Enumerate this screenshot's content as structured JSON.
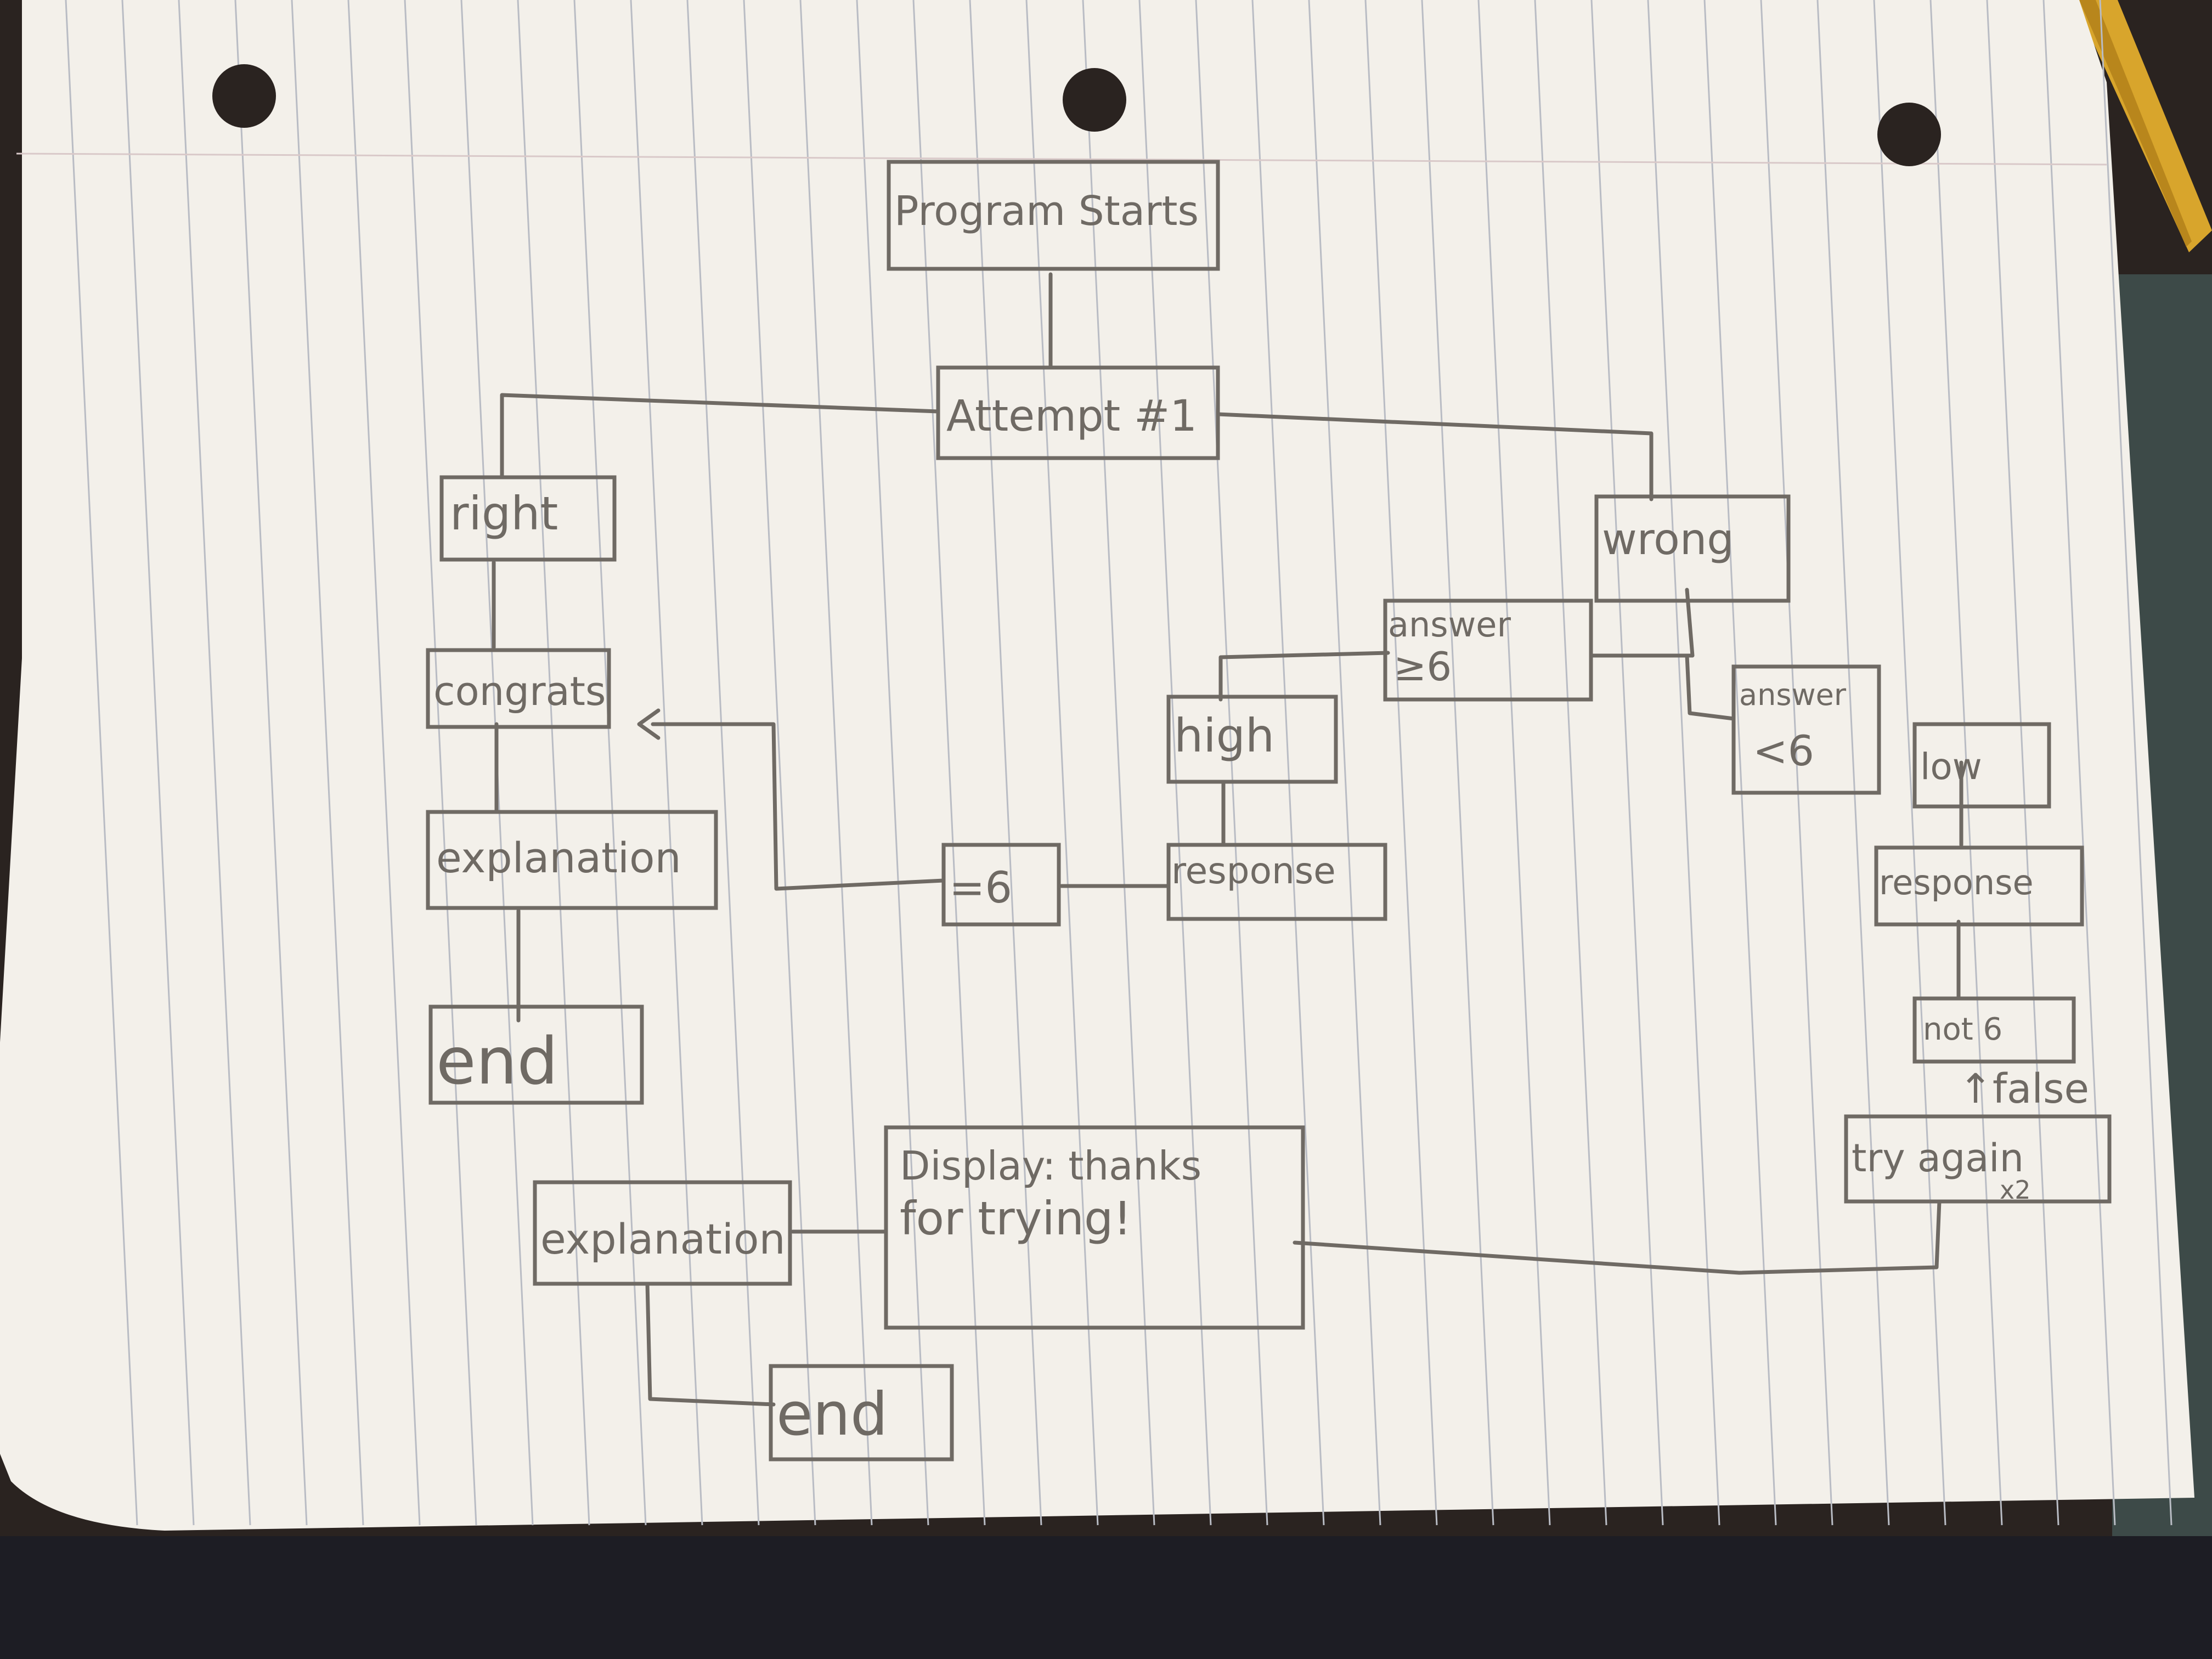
{
  "diagram": {
    "nodes": {
      "program_starts": "Program Starts",
      "attempt": "Attempt #1",
      "right": "right",
      "wrong": "wrong",
      "congrats": "congrats",
      "explanation_left": "explanation",
      "end_left": "end",
      "answer_ge6_line1": "answer",
      "answer_ge6_line2": "≥6",
      "answer_lt6_line1": "answer",
      "answer_lt6_line2": "<6",
      "high": "high",
      "low": "low",
      "response_mid": "response",
      "response_right": "response",
      "equals6": "=6",
      "not6": "not 6",
      "false_label": "↑false",
      "try_again": "try again",
      "try_again_count": "x2",
      "display_line1": "Display: thanks",
      "display_line2": "for trying!",
      "explanation_bottom": "explanation",
      "end_bottom": "end"
    }
  },
  "colors": {
    "paper": "#f3f0ea",
    "rule_line": "#b9bcc4",
    "margin_line": "#d9c9c9",
    "pencil": "#6f6a64",
    "background": "#2a2320"
  }
}
